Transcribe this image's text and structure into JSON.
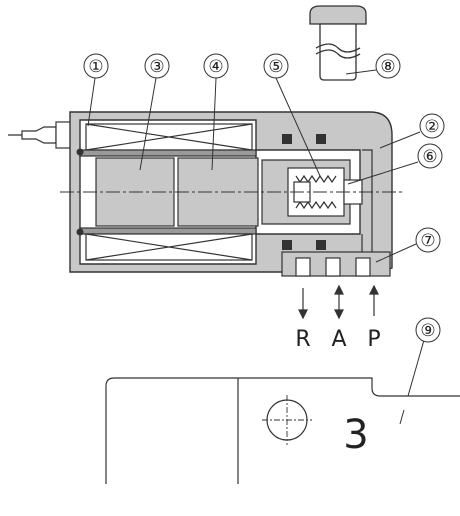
{
  "colors": {
    "line": "#333333",
    "body_fill": "#c8c8c8",
    "dark_fill": "#9a9a9a",
    "background": "#ffffff"
  },
  "callouts": [
    {
      "id": "1",
      "text": "①"
    },
    {
      "id": "2",
      "text": "②"
    },
    {
      "id": "3",
      "text": "③"
    },
    {
      "id": "4",
      "text": "④"
    },
    {
      "id": "5",
      "text": "⑤"
    },
    {
      "id": "6",
      "text": "⑥"
    },
    {
      "id": "7",
      "text": "⑦"
    },
    {
      "id": "8",
      "text": "⑧"
    },
    {
      "id": "9",
      "text": "⑨"
    }
  ],
  "ports": [
    {
      "id": "R",
      "text": "R"
    },
    {
      "id": "A",
      "text": "A"
    },
    {
      "id": "P",
      "text": "P"
    }
  ],
  "plate_digit": "3"
}
